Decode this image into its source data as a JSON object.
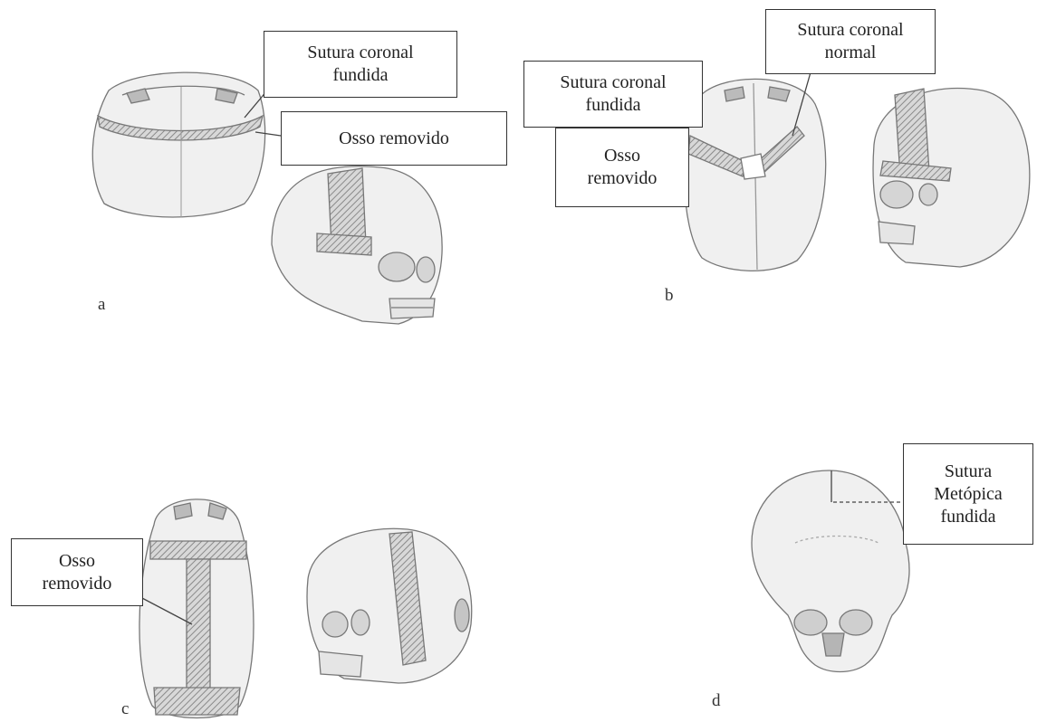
{
  "panels": {
    "a": {
      "letter": "a",
      "label_fused": {
        "line1": "Sutura coronal",
        "line2": "fundida"
      },
      "label_removed": "Osso removido"
    },
    "b": {
      "letter": "b",
      "label_fused": {
        "line1": "Sutura coronal",
        "line2": "fundida"
      },
      "label_normal": {
        "line1": "Sutura coronal",
        "line2": "normal"
      },
      "label_removed": {
        "line1": "Osso",
        "line2": "removido"
      }
    },
    "c": {
      "letter": "c",
      "label_removed": {
        "line1": "Osso",
        "line2": "removido"
      }
    },
    "d": {
      "letter": "d",
      "label_metopic": {
        "line1": "Sutura",
        "line2": "Metópica",
        "line3": "fundida"
      }
    }
  },
  "colors": {
    "line": "#555555",
    "bone": "#efefef",
    "hatch": "#9a9a9a",
    "shade": "#cfcfcf"
  }
}
